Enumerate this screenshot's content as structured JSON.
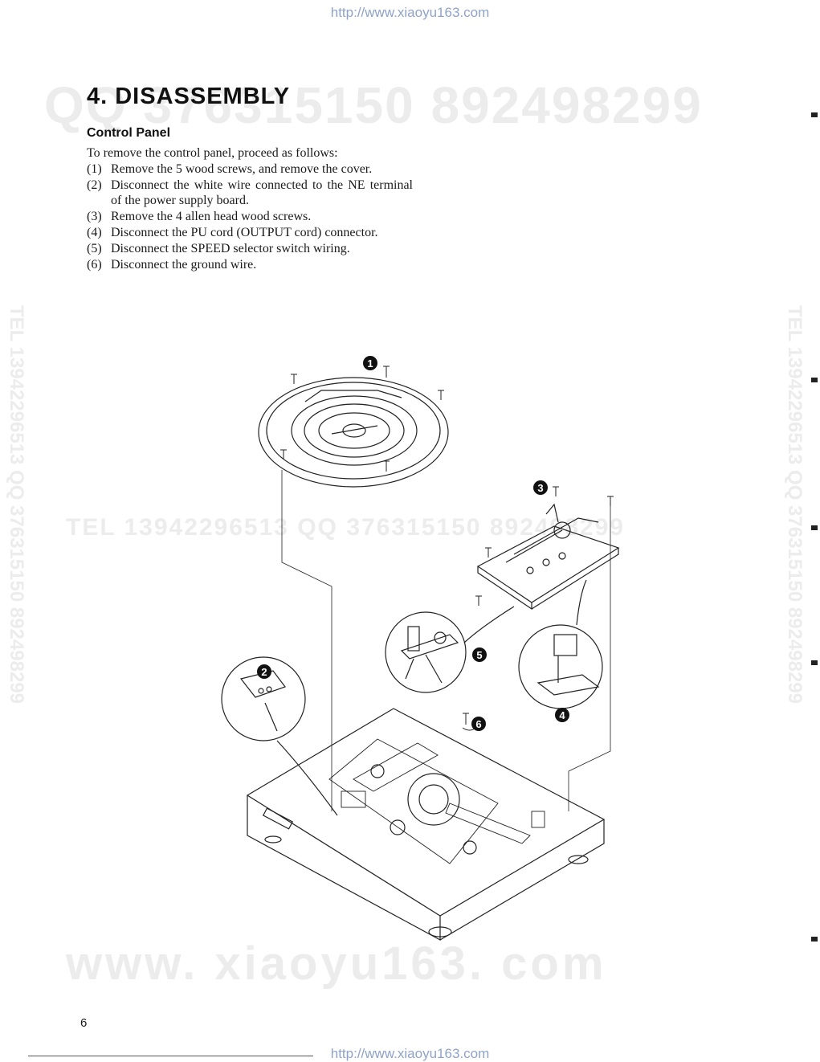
{
  "header": {
    "url": "http://www.xiaoyu163.com"
  },
  "footer": {
    "url": "http://www.xiaoyu163.com",
    "page_number": "6"
  },
  "watermarks": {
    "top": "QQ 376315150   892498299",
    "middle": "TEL 13942296513          QQ 376315150   892498299",
    "bottom": "www. xiaoyu163. com",
    "left_vertical": "TEL 13942296513  QQ 376315150  892498299",
    "right_vertical": "TEL 13942296513  QQ 376315150  892498299"
  },
  "title": "4. DISASSEMBLY",
  "section": {
    "title": "Control Panel",
    "intro": "To remove the control panel, proceed as follows:",
    "steps": [
      {
        "num": "(1)",
        "text": "Remove the 5 wood screws, and remove the cover."
      },
      {
        "num": "(2)",
        "text": "Disconnect the white wire connected to the NE terminal of the power supply board."
      },
      {
        "num": "(3)",
        "text": "Remove the 4 allen head wood screws."
      },
      {
        "num": "(4)",
        "text": "Disconnect the PU cord (OUTPUT cord) connector."
      },
      {
        "num": "(5)",
        "text": "Disconnect the SPEED selector switch wiring."
      },
      {
        "num": "(6)",
        "text": "Disconnect the ground wire."
      }
    ]
  },
  "diagram": {
    "callouts": [
      "1",
      "2",
      "3",
      "4",
      "5",
      "6"
    ]
  }
}
